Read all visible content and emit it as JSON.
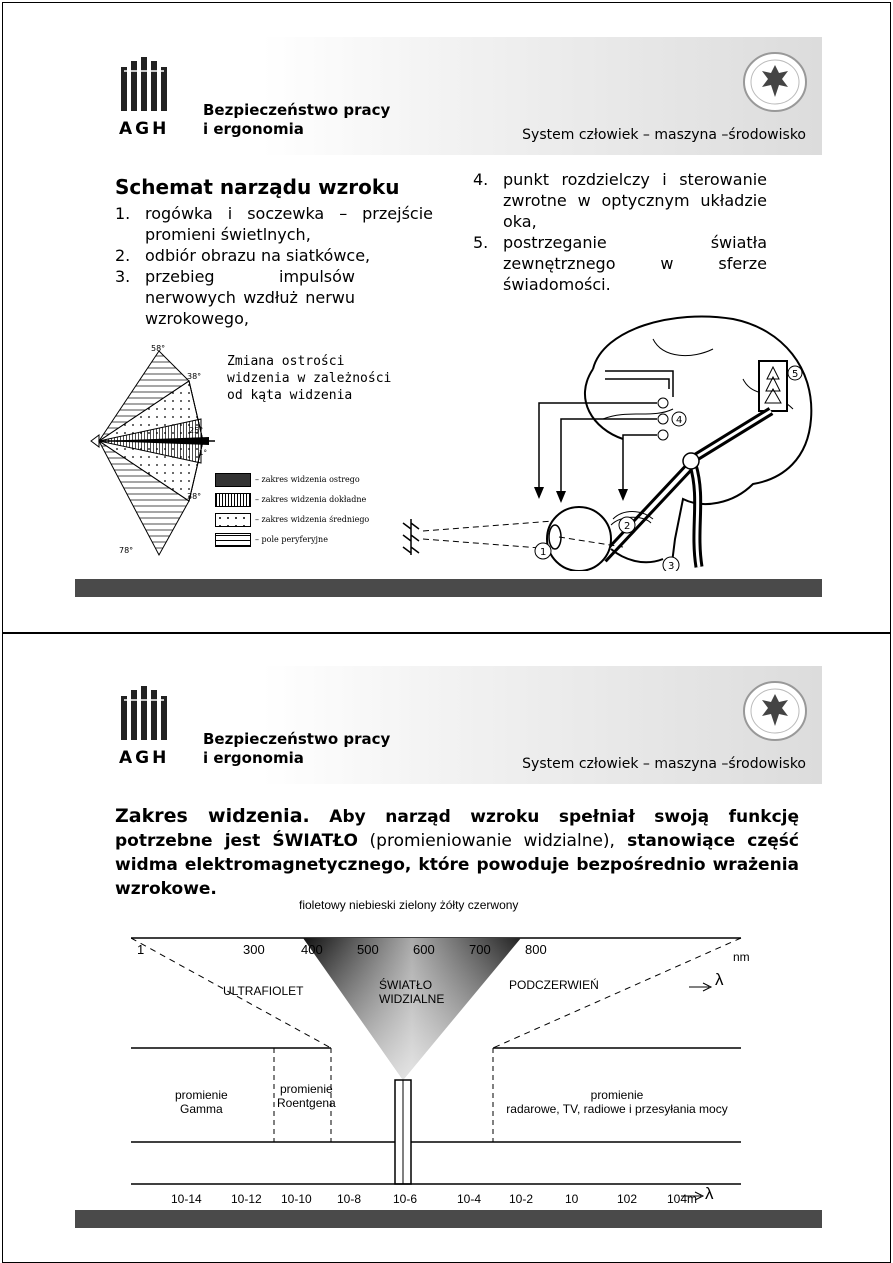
{
  "header": {
    "logo_text": "AGH",
    "course_line1": "Bezpieczeństwo pracy",
    "course_line2": "i ergonomia",
    "subtitle": "System człowiek – maszyna –środowisko"
  },
  "slide1": {
    "title": "Schemat narządu wzroku",
    "items": [
      {
        "num": "1.",
        "text": "rogówka i soczewka – przejście promieni świetlnych,"
      },
      {
        "num": "2.",
        "text": "odbiór obrazu na siatkówce,"
      },
      {
        "num": "3.",
        "text": "przebieg impulsów nerwowych wzdłuż nerwu wzrokowego,"
      },
      {
        "num": "4.",
        "text": "punkt rozdzielczy i sterowanie zwrotne w optycznym układzie oka,"
      },
      {
        "num": "5.",
        "text": "postrzeganie światła zewnętrznego w sferze świadomości."
      }
    ],
    "caption": [
      "Zmiana ostrości",
      "widzenia w zależności",
      "od kąta widzenia"
    ],
    "angles": [
      "58°",
      "38°",
      "25°",
      "38°",
      "78°"
    ],
    "angle_small": "1°",
    "legend": [
      {
        "label": "– zakres widzenia ostrego",
        "pattern": "dots-dense"
      },
      {
        "label": "– zakres widzenia dokładne",
        "pattern": "vertical-lines"
      },
      {
        "label": "– zakres widzenia średniego",
        "pattern": "sparse-dots"
      },
      {
        "label": "– pole peryferyjne",
        "pattern": "horizontal-lines"
      }
    ],
    "diagram_numbers": [
      "1",
      "2",
      "3",
      "4",
      "5"
    ]
  },
  "slide2": {
    "lead_big": "Zakres widzenia.",
    "lead_bold1": " Aby narząd wzroku spełniał swoją funkcję potrzebne jest ŚWIATŁO",
    "lead_normal": " (promieniowanie widzialne),",
    "lead_bold2": " stanowiące część widma elektromagnetycznego, które powoduje bezpośrednio wrażenia wzrokowe.",
    "colors_label": "fioletowy niebieski zielony żółty czerwony",
    "nm_ticks": [
      "1",
      "300",
      "400",
      "500",
      "600",
      "700",
      "800"
    ],
    "nm_unit": "nm",
    "lambda": "λ",
    "uv": "ULTRAFIOLET",
    "visible_line1": "ŚWIATŁO",
    "visible_line2": "WIDZIALNE",
    "ir": "PODCZERWIEŃ",
    "gamma_line1": "promienie",
    "gamma_line2": "Gamma",
    "xray_line1": "promienie",
    "xray_line2": "Roentgena",
    "radio_line1": "promienie",
    "radio_line2": "radarowe, TV, radiowe i przesyłania mocy",
    "m_ticks": [
      "10-14",
      "10-12",
      "10-10",
      "10-8",
      "10-6",
      "10-4",
      "10-2",
      "10",
      "102",
      "104m"
    ]
  }
}
